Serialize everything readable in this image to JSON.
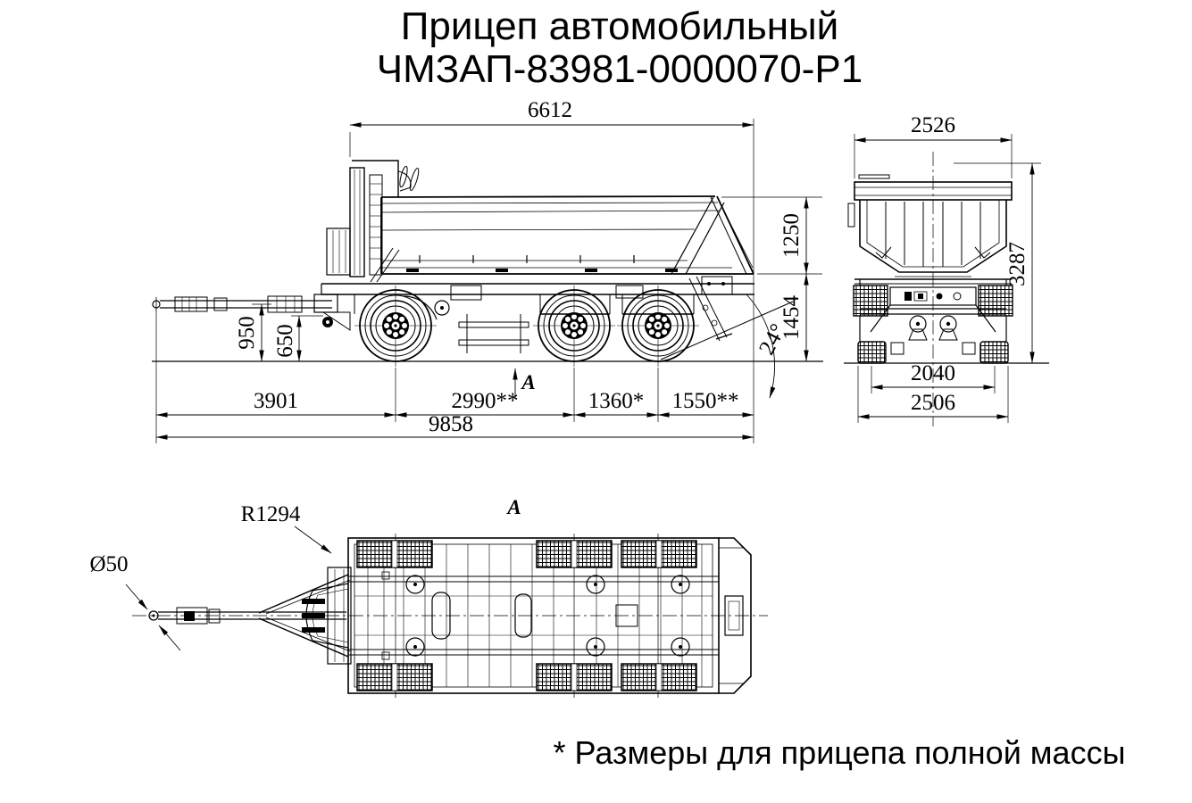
{
  "title": {
    "line1": "Прицеп автомобильный",
    "line2": "ЧМЗАП-83981-0000070-Р1"
  },
  "footnote": "* Размеры для прицепа полной массы",
  "colors": {
    "ink": "#000000",
    "paper": "#ffffff"
  },
  "side_view": {
    "body_length": "6612",
    "body_height": "1250",
    "loading_height": "1454",
    "tipping_angle": "24°",
    "drawbar_eye_height": "950",
    "hitch_height": "650",
    "eye_to_first_axle": "3901",
    "axle_spacing_1_2": "2990**",
    "axle_spacing_2_3": "1360*",
    "rear_overhang": "1550**",
    "overall_length": "9858",
    "view_direction_label": "А"
  },
  "front_view": {
    "body_width": "2526",
    "overall_height": "3287",
    "track_width": "2040",
    "overall_width": "2506"
  },
  "plan_view": {
    "view_label": "А",
    "drawbar_swing_radius": "R1294",
    "eye_diameter": "Ø50"
  }
}
